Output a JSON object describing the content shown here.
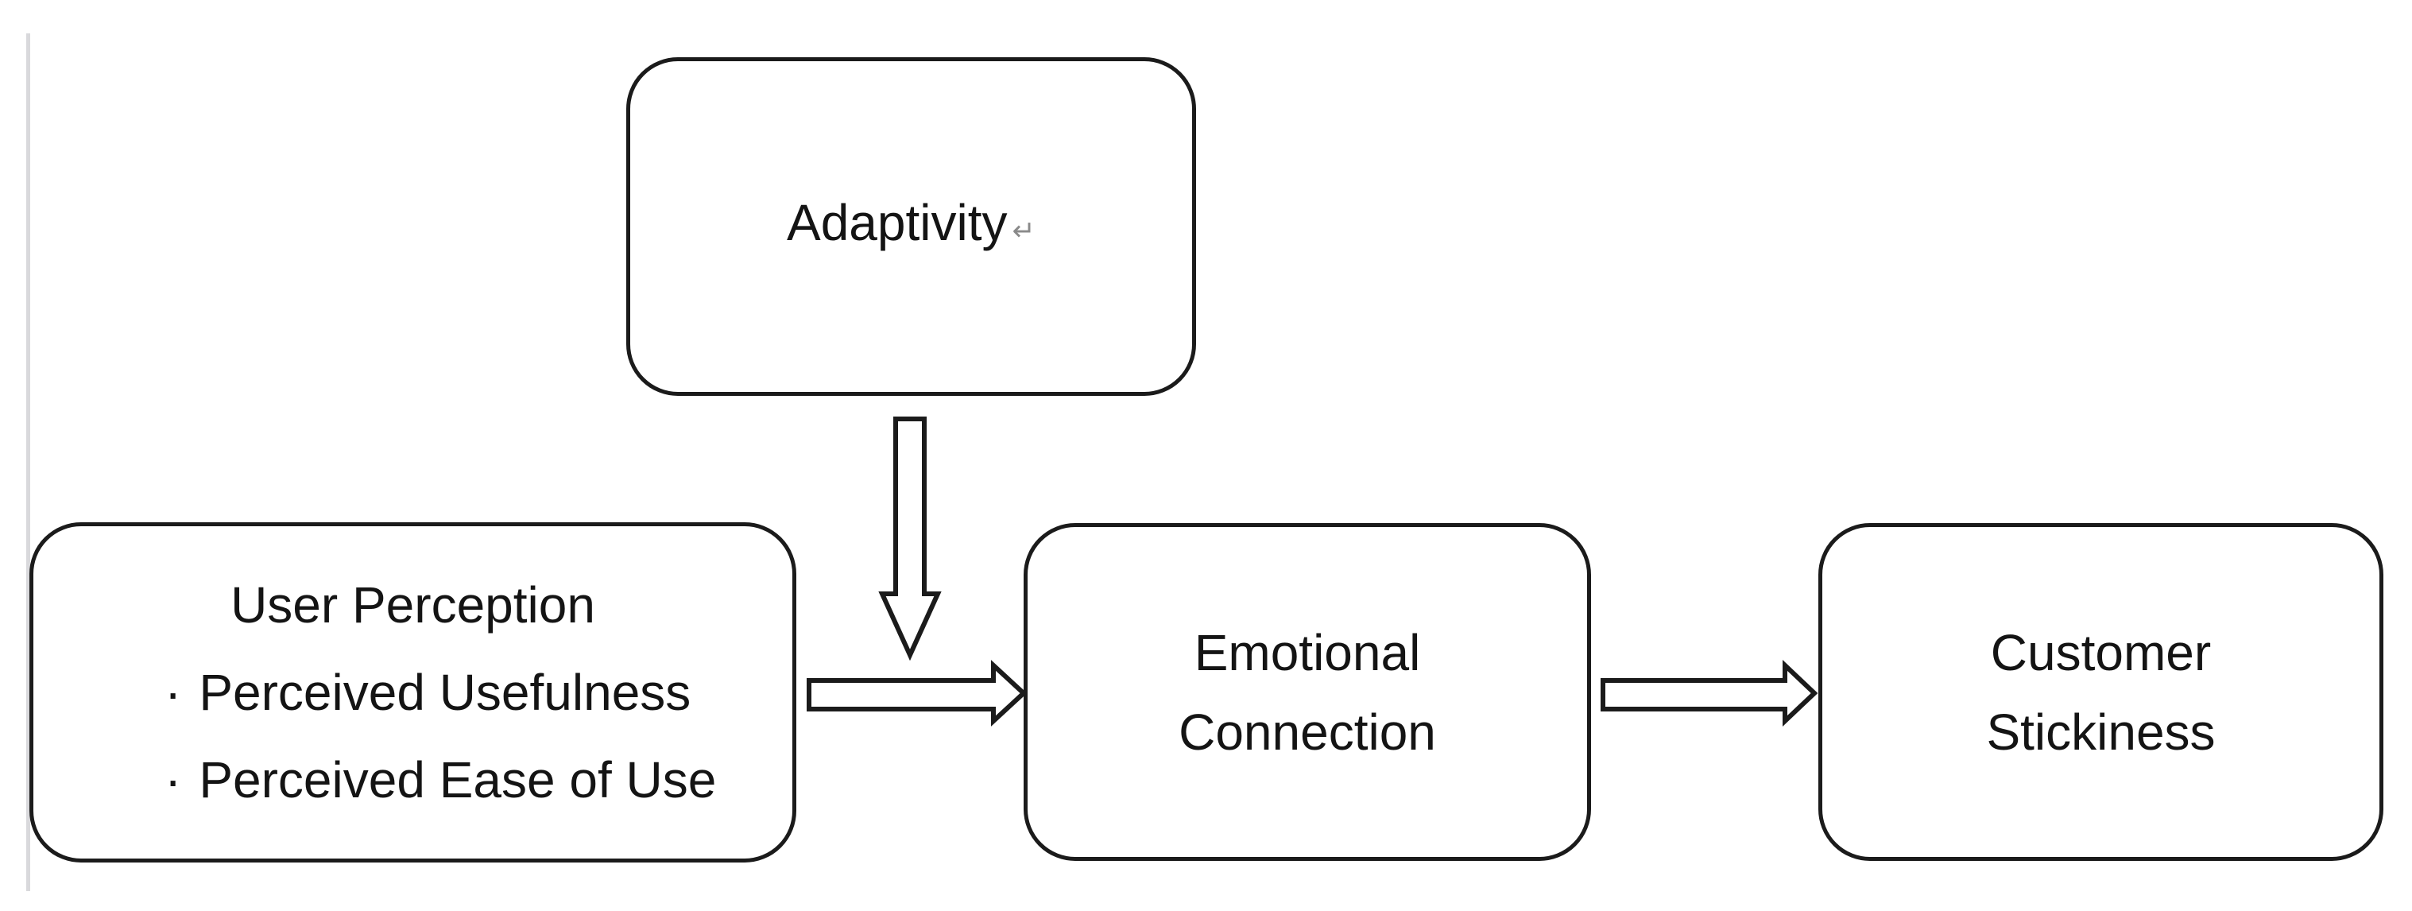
{
  "diagram": {
    "type": "flowchart",
    "nodes": {
      "adaptivity": {
        "label": "Adaptivity",
        "return_mark": "↵"
      },
      "user_perception": {
        "title": "User Perception",
        "bullet_char": "·",
        "bullets": [
          "Perceived Usefulness",
          "Perceived Ease of Use"
        ]
      },
      "emotional_connection": {
        "lines": [
          "Emotional",
          "Connection"
        ]
      },
      "customer_stickiness": {
        "lines": [
          "Customer",
          "Stickiness"
        ]
      }
    },
    "edges": [
      {
        "from": "adaptivity",
        "to": "flow-junction",
        "direction": "down"
      },
      {
        "from": "user_perception",
        "to": "emotional_connection",
        "direction": "right"
      },
      {
        "from": "emotional_connection",
        "to": "customer_stickiness",
        "direction": "right"
      }
    ],
    "colors": {
      "node_border": "#1b1b1b",
      "node_fill": "#ffffff",
      "text": "#141414",
      "return_mark": "#8a8a8a",
      "left_rule": "#d9d9dc",
      "background": "#ffffff"
    }
  }
}
